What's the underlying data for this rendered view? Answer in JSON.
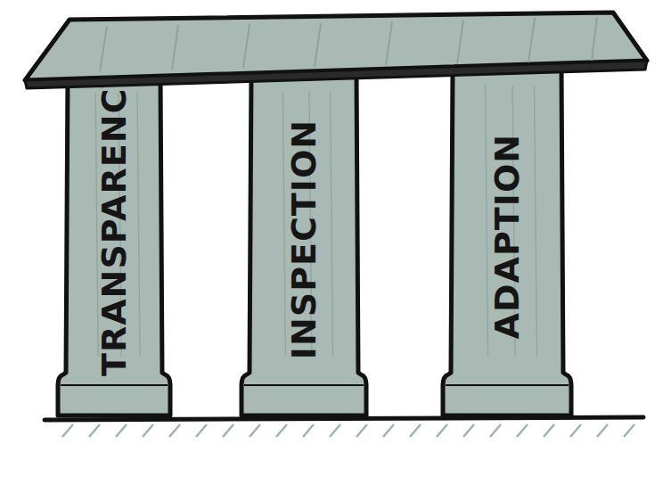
{
  "diagram": {
    "nodes": [
      {
        "text": [
          "TRANSPARENCY"
        ]
      },
      {
        "text": [
          "INSPECTION"
        ]
      },
      {
        "text": [
          "ADAPTION"
        ]
      }
    ]
  }
}
